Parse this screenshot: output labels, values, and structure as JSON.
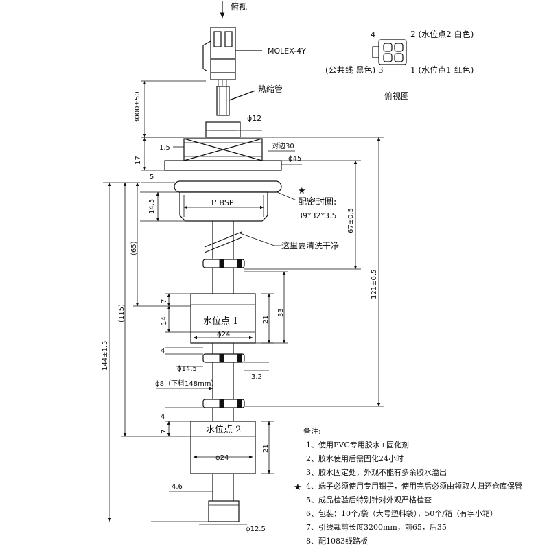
{
  "view_label": "俯视",
  "connector": {
    "model": "MOLEX-4Y",
    "heat_shrink": "热缩管",
    "top_view_caption": "俯视图",
    "pin4": "4",
    "pin2": "2 (水位点2 白色)",
    "pin3": "(公共线 黑色) 3",
    "pin1": "1 (水位点1 红色)"
  },
  "dimensions": {
    "cable_length": "3000±50",
    "phi12": "ϕ12",
    "d1_5": "1.5",
    "across_flats": "对边30",
    "phi45": "ϕ45",
    "d17": "17",
    "d5": "5",
    "d14_5": "14.5",
    "thread": "1' BSP",
    "d67": "67±0.5",
    "d65": "(65)",
    "d115": "(115)",
    "d121": "121±0.5",
    "d144": "144±1.5",
    "d7a": "7",
    "d14": "14",
    "d21a": "21",
    "d33": "33",
    "phi24a": "ϕ24",
    "d4a": "4",
    "phi14_5": "ϕ14.5",
    "d3_2": "3.2",
    "phi8": "ϕ8（下料148mm）",
    "d4b": "4",
    "d7b": "7",
    "d21b": "21",
    "phi24b": "ϕ24",
    "d4_6": "4.6",
    "phi12_5": "ϕ12.5"
  },
  "callouts": {
    "seal_title": "配密封圈:",
    "seal_size": "39*32*3.5",
    "clean_note": "这里要清洗干净",
    "float1": "水位点 1",
    "float2": "水位点 2",
    "star": "★"
  },
  "notes": {
    "title": "备注:",
    "items": [
      "1、使用PVC专用胶水+固化剂",
      "2、胶水使用后需固化24小时",
      "3、胶水固定处，外观不能有多余胶水溢出",
      "4、端子必须使用专用钳子，使用完后必须由领取人归还仓库保管",
      "5、成品检验后特别针对外观严格检查",
      "6、包装：10个/袋（大号塑料袋），50个/箱（有字小箱）",
      "7、引线裁剪长度3200mm，前65，后35",
      "8、配1083线路板"
    ]
  }
}
